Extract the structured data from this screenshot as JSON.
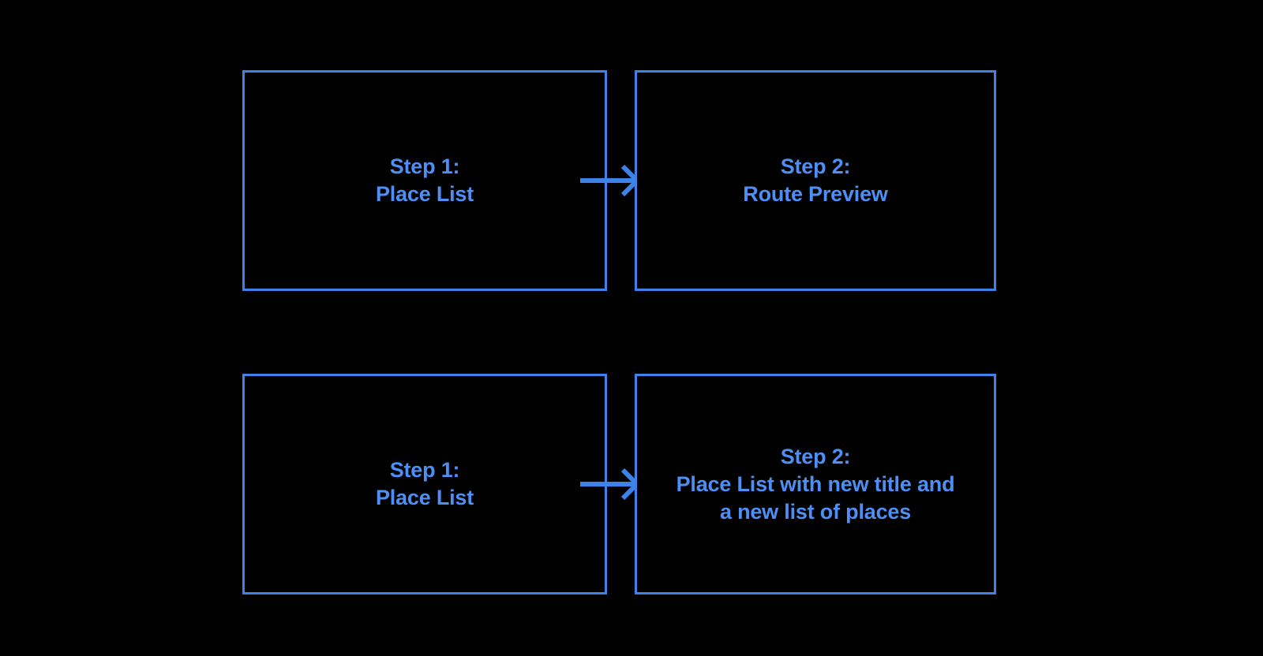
{
  "diagram": {
    "background_color": "#000000",
    "accent_color": "#3d82e8",
    "text_color": "#4d8ff5",
    "rows": [
      {
        "id": "flow-route-preview",
        "from": {
          "step_title": "Step 1:",
          "step_body": "Place List",
          "label": "Step 1:\nPlace List"
        },
        "connector": {
          "icon": "arrow-right-icon",
          "direction": "right"
        },
        "to": {
          "step_title": "Step 2:",
          "step_body": "Route Preview",
          "label": "Step 2:\nRoute Preview"
        }
      },
      {
        "id": "flow-new-place-list",
        "from": {
          "step_title": "Step 1:",
          "step_body": "Place List",
          "label": "Step 1:\nPlace List"
        },
        "connector": {
          "icon": "arrow-right-icon",
          "direction": "right"
        },
        "to": {
          "step_title": "Step 2:",
          "step_body": "Place List with new title and a new list of places",
          "label": "Step 2:\nPlace List with new title and\na new list of places"
        }
      }
    ]
  }
}
